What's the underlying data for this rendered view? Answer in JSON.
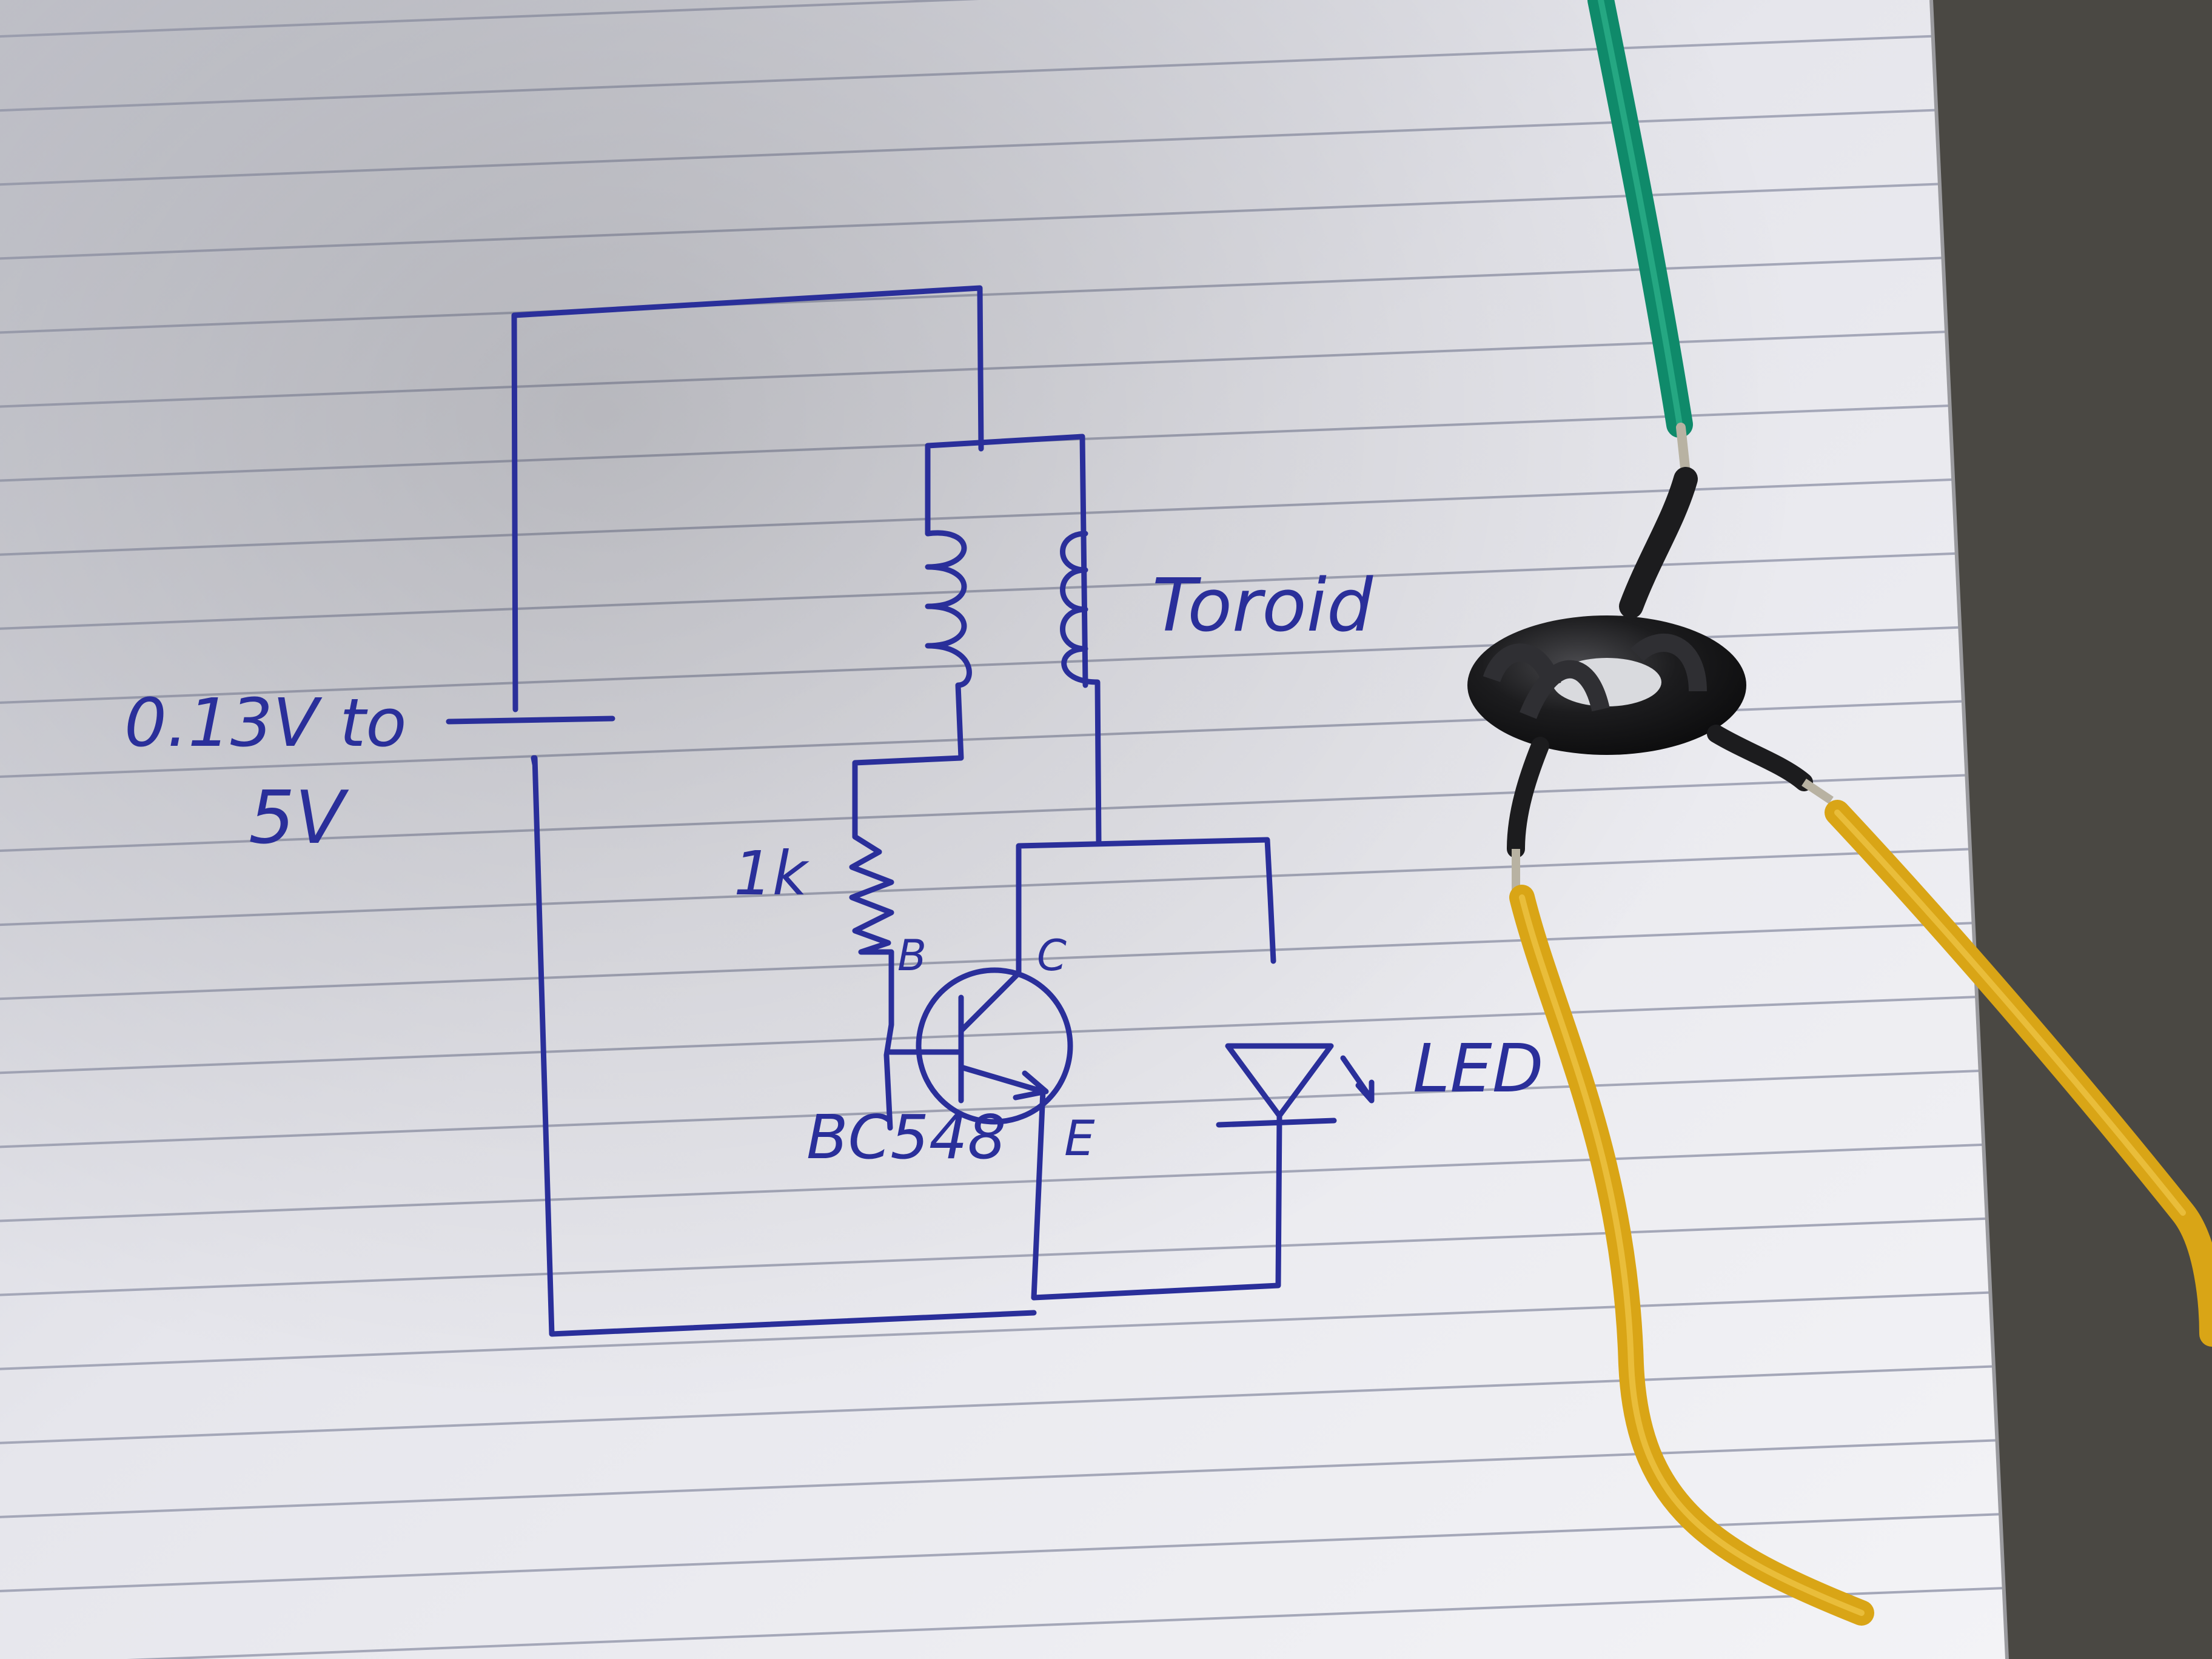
{
  "schematic": {
    "supply_label_line1": "0.13V to",
    "supply_label_line2": "5V",
    "inductor_label": "Toroid",
    "resistor_label": "1k",
    "base_label": "B",
    "collector_label": "C",
    "emitter_label": "E",
    "transistor_label": "BC548",
    "led_label": "LED"
  },
  "colors": {
    "ink": "#2a2f9a",
    "paper": "#e9e9ee",
    "paper_line": "#9fa2b3",
    "table": "#4a4843",
    "wire_green": "#0f8a6a",
    "wire_yellow": "#d9a516",
    "ferrite": "#1c1c1e"
  }
}
